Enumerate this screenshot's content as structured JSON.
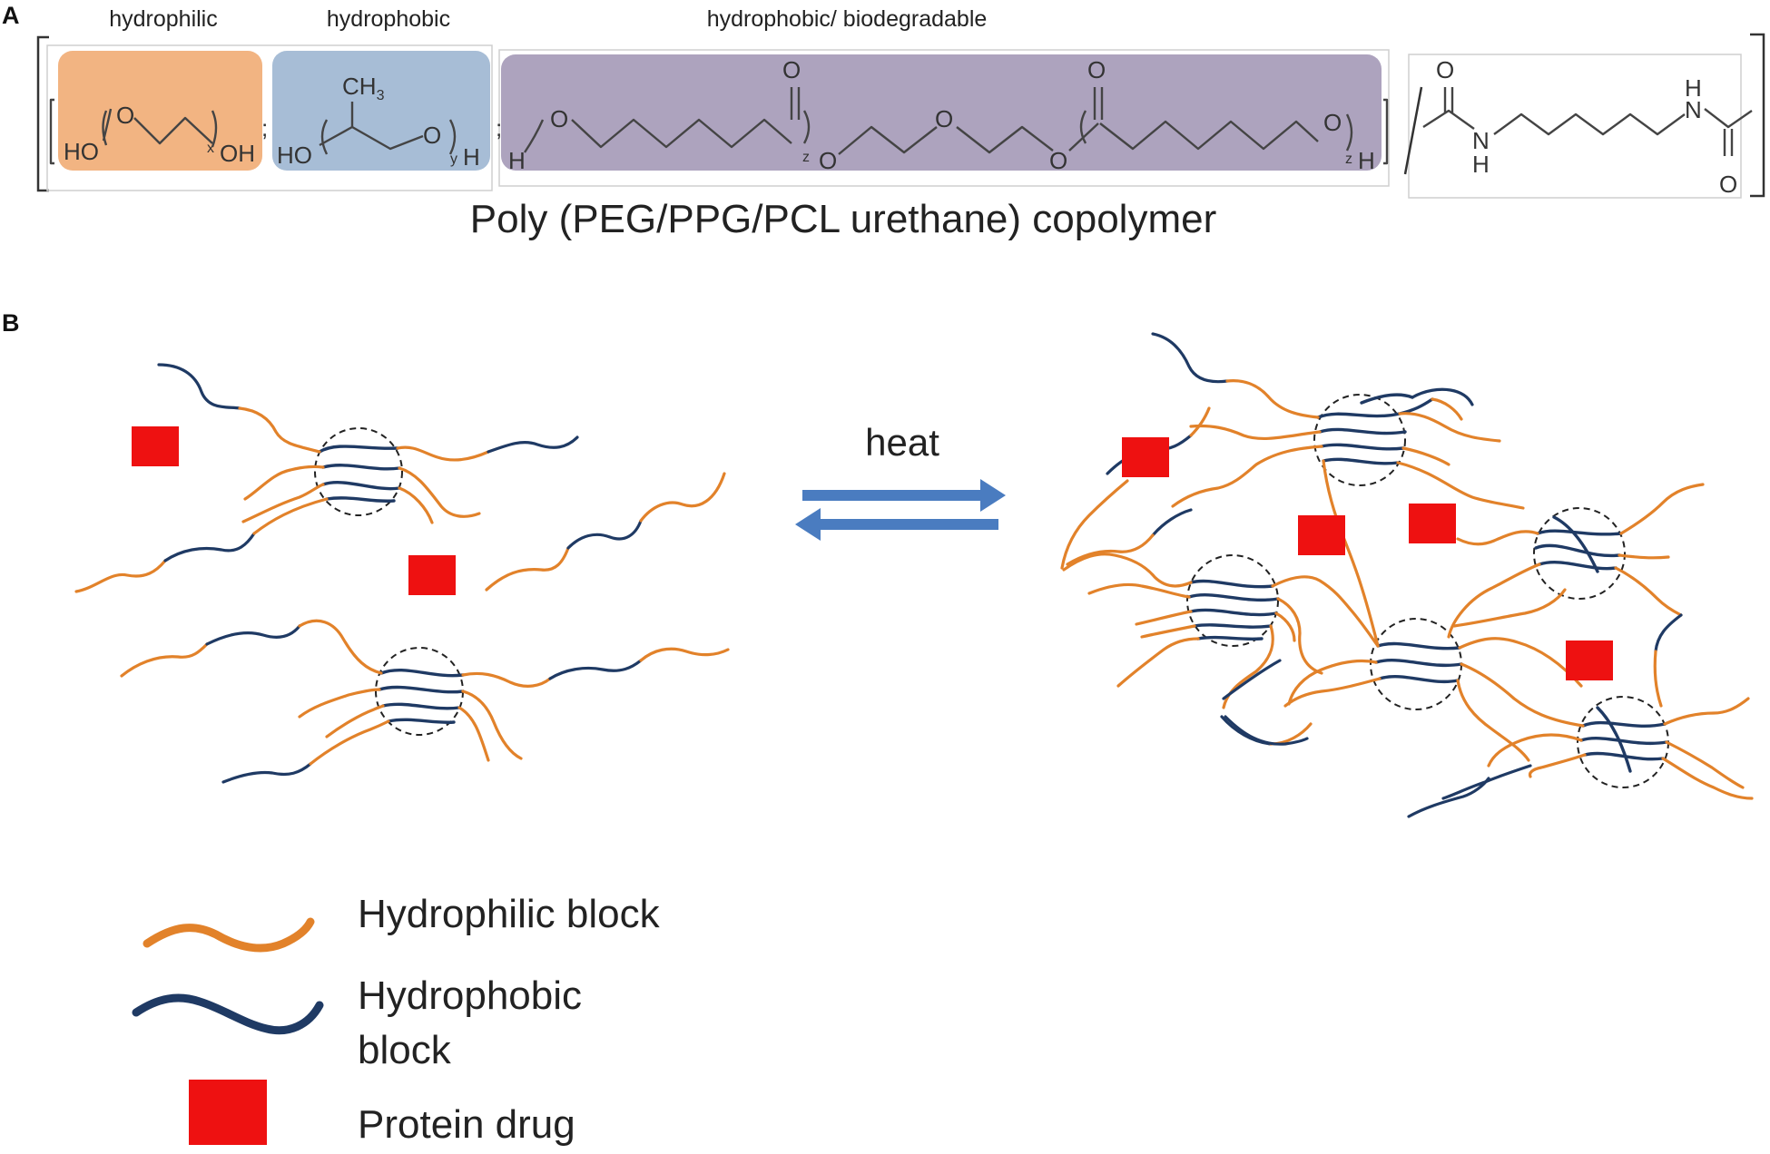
{
  "panel_a": {
    "label": "A",
    "block_labels": {
      "hydrophilic": "hydrophilic",
      "hydrophobic": "hydrophobic",
      "biodegradable": "hydrophobic/ biodegradable"
    },
    "title": "Poly (PEG/PPG/PCL urethane) copolymer",
    "chem": {
      "peg_ho": "HO",
      "peg_o": "O",
      "peg_x": "x",
      "peg_oh": "OH",
      "ppg_ch3": "CH",
      "ppg_3": "3",
      "ppg_ho": "HO",
      "ppg_o": "O",
      "ppg_y": "y",
      "ppg_h": "H",
      "pcl_h_left": "H",
      "pcl_o1": "O",
      "pcl_carbonyl1": "O",
      "pcl_z1": "z",
      "pcl_o2": "O",
      "pcl_o3": "O",
      "pcl_o4": "O",
      "pcl_carbonyl2": "O",
      "pcl_o5": "O",
      "pcl_z2": "z",
      "pcl_h_right": "H",
      "sep": ";",
      "hdi_o_top": "O",
      "hdi_n1": "N",
      "hdi_h1": "H",
      "hdi_n2": "N",
      "hdi_h2": "H",
      "hdi_o_bottom": "O"
    },
    "colors": {
      "hydrophilic_box": "#F2B482",
      "hydrophobic_box": "#A7BDD6",
      "biodegradable_box": "#ADA3BE"
    }
  },
  "panel_b": {
    "label": "B",
    "arrow_label": "heat",
    "arrow_color": "#4A7CC0",
    "drug_color": "#EE1111",
    "hydrophilic_color": "#E2822A",
    "hydrophobic_color": "#1F3A64"
  },
  "legend": {
    "items": [
      {
        "line1": "Hydrophilic block",
        "line2": ""
      },
      {
        "line1": "Hydrophobic",
        "line2": "block"
      },
      {
        "line1": "Protein drug",
        "line2": ""
      }
    ]
  }
}
